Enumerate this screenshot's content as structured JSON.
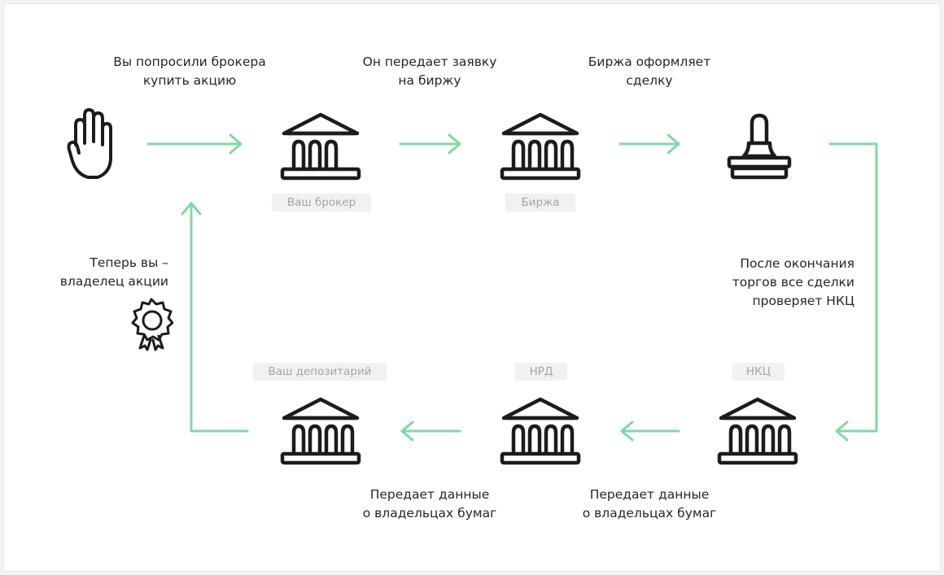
{
  "colors": {
    "arrow": "#7fd9a2",
    "icon": "#1c1c1c",
    "badge_bg": "#f1f1f1",
    "badge_text": "#a4a4a4"
  },
  "steps": {
    "ask_broker": [
      "Вы попросили брокера",
      "купить акцию"
    ],
    "send_to_exchange": [
      "Он передает заявку",
      "на биржу"
    ],
    "exchange_deal": [
      "Биржа оформляет",
      "сделку"
    ],
    "nkc_check": [
      "После окончания",
      "торгов все сделки",
      "проверяет НКЦ"
    ],
    "owner": [
      "Теперь вы –",
      "владелец акции"
    ],
    "pass_data_nrd": [
      "Передает данные",
      "о владельцах бумаг"
    ],
    "pass_data_nkc": [
      "Передает данные",
      "о владельцах бумаг"
    ]
  },
  "badges": {
    "broker": "Ваш брокер",
    "exchange": "Биржа",
    "depository": "Ваш депозитарий",
    "nrd": "НРД",
    "nkc": "НКЦ"
  },
  "icons": {
    "hand": "hand-icon",
    "broker": "bank-building-icon",
    "exchange": "bank-building-icon",
    "stamp": "stamp-icon",
    "depository": "bank-building-icon",
    "nrd": "bank-building-icon",
    "nkc": "bank-building-icon",
    "seal": "ownership-seal-icon"
  }
}
